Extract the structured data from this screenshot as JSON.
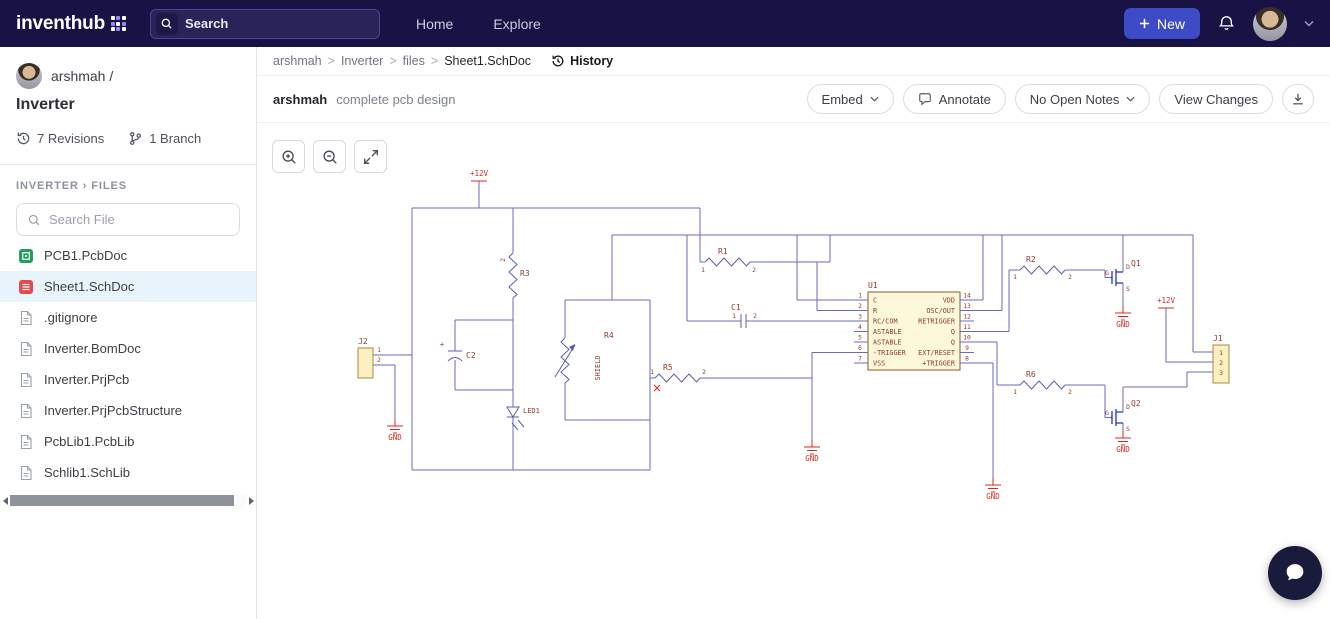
{
  "header": {
    "logo": "inventhub",
    "search_placeholder": "Search",
    "nav_home": "Home",
    "nav_explore": "Explore",
    "new_label": "New"
  },
  "sidebar": {
    "username": "arshmah /",
    "project": "Inverter",
    "revisions": "7 Revisions",
    "branch": "1 Branch",
    "section_label": "INVERTER › FILES",
    "search_placeholder": "Search File",
    "files": [
      {
        "name": "PCB1.PcbDoc",
        "type": "pcb"
      },
      {
        "name": "Sheet1.SchDoc",
        "type": "sch"
      },
      {
        "name": ".gitignore",
        "type": "doc"
      },
      {
        "name": "Inverter.BomDoc",
        "type": "doc"
      },
      {
        "name": "Inverter.PrjPcb",
        "type": "doc"
      },
      {
        "name": "Inverter.PrjPcbStructure",
        "type": "doc"
      },
      {
        "name": "PcbLib1.PcbLib",
        "type": "doc"
      },
      {
        "name": "Schlib1.SchLib",
        "type": "doc"
      }
    ]
  },
  "main": {
    "breadcrumb": {
      "user": "arshmah",
      "project": "Inverter",
      "folder": "files",
      "file": "Sheet1.SchDoc",
      "sep": ">"
    },
    "history_label": "History",
    "commit_author": "arshmah",
    "commit_message": "complete pcb design",
    "embed_label": "Embed",
    "annotate_label": "Annotate",
    "notes_label": "No Open Notes",
    "view_changes_label": "View Changes"
  },
  "schematic": {
    "nets": {
      "v12": "+12V",
      "gnd": "GND"
    },
    "refs": {
      "j1": "J1",
      "j2": "J2",
      "r1": "R1",
      "r2": "R2",
      "r3": "R3",
      "r4": "R4",
      "r5": "R5",
      "r6": "R6",
      "c1": "C1",
      "c2": "C2",
      "led1": "LED1",
      "q1": "Q1",
      "q2": "Q2",
      "u1": "U1",
      "shield": "SHIELD"
    },
    "pins": {
      "p1": "1",
      "p2": "2",
      "p3": "3",
      "plus": "+",
      "g": "G",
      "d": "D",
      "s": "S"
    },
    "u1": {
      "left": [
        {
          "num": "1",
          "name": "C"
        },
        {
          "num": "2",
          "name": "R"
        },
        {
          "num": "3",
          "name": "RC/COM"
        },
        {
          "num": "4",
          "name": "ASTABLE"
        },
        {
          "num": "5",
          "name": "ASTABLE"
        },
        {
          "num": "6",
          "name": "-TRIGGER"
        },
        {
          "num": "7",
          "name": "VSS"
        }
      ],
      "right": [
        {
          "num": "14",
          "name": "VDD"
        },
        {
          "num": "13",
          "name": "OSC/OUT"
        },
        {
          "num": "12",
          "name": "RETRIGGER"
        },
        {
          "num": "11",
          "name": "Q"
        },
        {
          "num": "10",
          "name": "Q"
        },
        {
          "num": "9",
          "name": "EXT/RESET"
        },
        {
          "num": "8",
          "name": "+TRIGGER"
        }
      ]
    }
  },
  "colors": {
    "navbar": "#191345",
    "accent": "#3d4bc7",
    "selected_file_bg": "#e9f3fc",
    "wire": "#6a6abd",
    "net_red": "#d8281c",
    "ic_fill": "#fdf8da"
  }
}
